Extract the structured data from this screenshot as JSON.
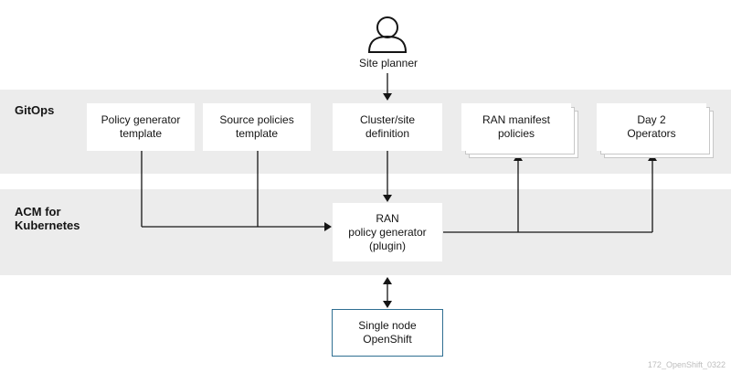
{
  "actor": {
    "label": "Site planner",
    "icon": "user-icon"
  },
  "bands": {
    "gitops": "GitOps",
    "acm": "ACM for\nKubernetes"
  },
  "gitops_boxes": {
    "policy_generator_template": "Policy generator\ntemplate",
    "source_policies_template": "Source policies\ntemplate",
    "cluster_site_definition": "Cluster/site\ndefinition",
    "ran_manifest_policies": "RAN manifest\npolicies",
    "day2_operators": "Day 2\nOperators"
  },
  "acm_boxes": {
    "ran_policy_generator": "RAN\npolicy generator\n(plugin)"
  },
  "target": {
    "single_node_openshift": "Single node\nOpenShift"
  },
  "watermark": "172_OpenShift_0322"
}
